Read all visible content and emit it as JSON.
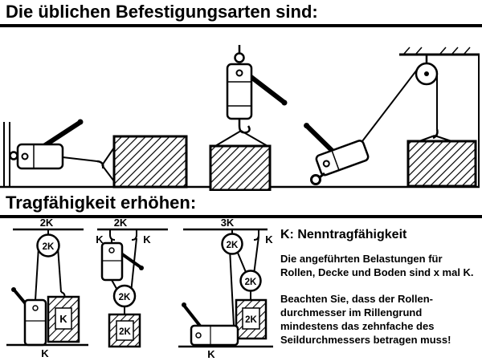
{
  "colors": {
    "ink": "#000000",
    "paper": "#ffffff"
  },
  "headings": {
    "h1": "Die üblichen Befestigungsarten sind:",
    "h2": "Tragfähigkeit erhöhen:"
  },
  "info": {
    "title": "K: Nenntragfähigkeit",
    "para1": "Die angeführten Belastungen für Rollen, Decke und Boden sind x mal K.",
    "para2": "Beachten Sie, dass der Rollen-durchmesser im Rillengrund mindestens das zehnfache des Seildurchmessers betragen muss!"
  },
  "diagrams": {
    "d1": {
      "ceiling_label": "2K",
      "pulley_label": "2K",
      "load_label": "K",
      "floor_label": "K"
    },
    "d2": {
      "ceiling_label": "2K",
      "left_anchor_label": "K",
      "right_anchor_label": "K",
      "pulley_label": "2K",
      "load_label": "2K"
    },
    "d3": {
      "ceiling_label": "3K",
      "right_anchor_label": "K",
      "top_pulley_label": "2K",
      "bottom_pulley_label": "2K",
      "load_label": "2K",
      "floor_label": "K"
    }
  }
}
